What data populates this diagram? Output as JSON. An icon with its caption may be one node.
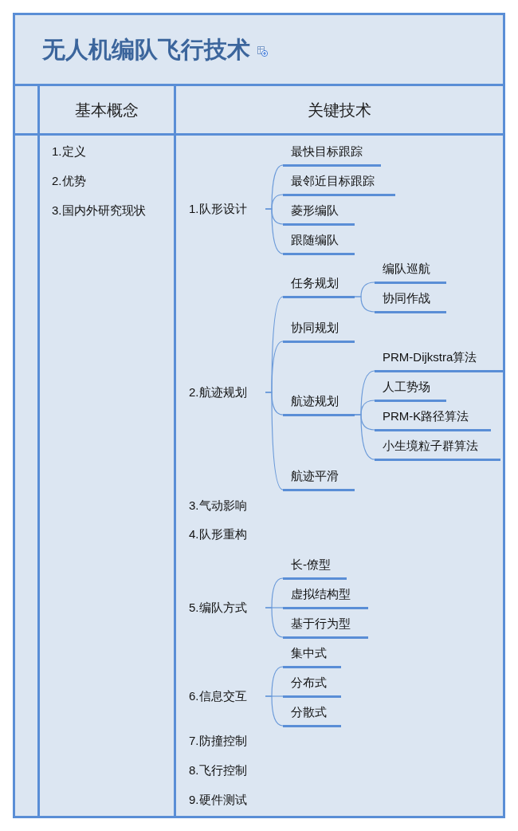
{
  "diagram": {
    "title": "无人机编队飞行技术",
    "nodes": [
      {
        "text": [
          "1.队形设计"
        ]
      },
      {
        "text": [
          "最快目标跟踪"
        ]
      },
      {
        "text": [
          "最邻近目标跟踪"
        ]
      },
      {
        "text": [
          "菱形编队"
        ]
      },
      {
        "text": [
          "跟随编队"
        ]
      },
      {
        "text": [
          "2.航迹规划"
        ]
      },
      {
        "text": [
          "任务规划"
        ]
      },
      {
        "text": [
          "编队巡航"
        ]
      },
      {
        "text": [
          "协同作战"
        ]
      },
      {
        "text": [
          "协同规划"
        ]
      },
      {
        "text": [
          "航迹规划"
        ]
      },
      {
        "text": [
          "PRM-Dijkstra算法"
        ]
      },
      {
        "text": [
          "人工势场"
        ]
      },
      {
        "text": [
          "PRM-K路径算法"
        ]
      },
      {
        "text": [
          "小生境粒子群算法"
        ]
      },
      {
        "text": [
          "航迹平滑"
        ]
      },
      {
        "text": [
          "5.编队方式"
        ]
      },
      {
        "text": [
          "长-僚型"
        ]
      },
      {
        "text": [
          "虚拟结构型"
        ]
      },
      {
        "text": [
          "基于行为型"
        ]
      },
      {
        "text": [
          "6.信息交互"
        ]
      },
      {
        "text": [
          "集中式"
        ]
      },
      {
        "text": [
          "分布式"
        ]
      },
      {
        "text": [
          "分散式"
        ]
      }
    ],
    "edges": [
      {
        "from": 0,
        "to": 1,
        "arrow": "none"
      },
      {
        "from": 0,
        "to": 2,
        "arrow": "none"
      },
      {
        "from": 0,
        "to": 3,
        "arrow": "none"
      },
      {
        "from": 0,
        "to": 4,
        "arrow": "none"
      },
      {
        "from": 5,
        "to": 6,
        "arrow": "none"
      },
      {
        "from": 6,
        "to": 7,
        "arrow": "none"
      },
      {
        "from": 6,
        "to": 8,
        "arrow": "none"
      },
      {
        "from": 5,
        "to": 9,
        "arrow": "none"
      },
      {
        "from": 5,
        "to": 10,
        "arrow": "none"
      },
      {
        "from": 10,
        "to": 11,
        "arrow": "none"
      },
      {
        "from": 10,
        "to": 12,
        "arrow": "none"
      },
      {
        "from": 10,
        "to": 13,
        "arrow": "none"
      },
      {
        "from": 10,
        "to": 14,
        "arrow": "none"
      },
      {
        "from": 5,
        "to": 15,
        "arrow": "none"
      },
      {
        "from": 16,
        "to": 17,
        "arrow": "none"
      },
      {
        "from": 16,
        "to": 18,
        "arrow": "none"
      },
      {
        "from": 16,
        "to": 19,
        "arrow": "none"
      },
      {
        "from": 20,
        "to": 21,
        "arrow": "none"
      },
      {
        "from": 20,
        "to": 22,
        "arrow": "none"
      },
      {
        "from": 20,
        "to": 23,
        "arrow": "none"
      }
    ],
    "labels": [
      "基本概念",
      "关键技术",
      "1.定义",
      "2.优势",
      "3.国内外研究现状",
      "3.气动影响",
      "4.队形重构",
      "7.防撞控制",
      "8.飞行控制",
      "9.硬件测试"
    ]
  }
}
